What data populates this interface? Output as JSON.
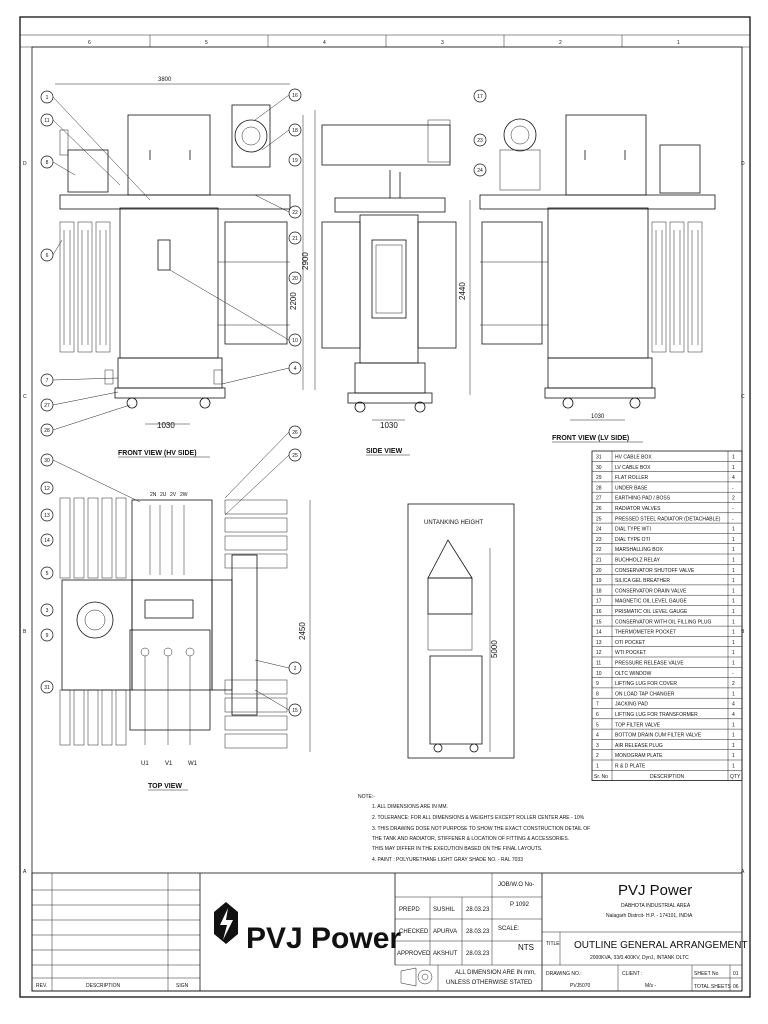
{
  "frame": {
    "cols": [
      "6",
      "5",
      "4",
      "3",
      "2",
      "1"
    ],
    "rows": [
      "D",
      "C",
      "B",
      "A"
    ]
  },
  "views": {
    "front_hv": {
      "title": "FRONT VIEW (HV SIDE)",
      "dim_width_top": "3800",
      "dim_width_base": "1030",
      "dim_height_1": "2200",
      "dim_height_2": "2900"
    },
    "side": {
      "title": "SIDE VIEW",
      "dim_width_base": "1030",
      "dim_height": "2440"
    },
    "front_lv": {
      "title": "FRONT VIEW (LV SIDE)",
      "dim_width_base": "1030"
    },
    "top": {
      "title": "TOP VIEW",
      "dim_depth": "2450",
      "terminals_top": [
        "2N",
        "2U",
        "2V",
        "2W"
      ],
      "terminals_bottom": [
        "U1",
        "V1",
        "W1"
      ]
    },
    "untanking": {
      "title": "UNTANKING HEIGHT",
      "dim_height": "5000"
    }
  },
  "callouts": [
    "1",
    "11",
    "8",
    "6",
    "16",
    "18",
    "19",
    "22",
    "21",
    "20",
    "10",
    "4",
    "7",
    "27",
    "28",
    "17",
    "23",
    "24",
    "26",
    "25",
    "30",
    "12",
    "13",
    "14",
    "5",
    "3",
    "9",
    "31",
    "2",
    "15"
  ],
  "notes": {
    "title": "NOTE:-",
    "lines": [
      "1. ALL DIMENSIONS ARE IN MM.",
      "2. TOLERANCE: FOR ALL DIMENSIONS & WEIGHTS EXCEPT ROLLER CENTER ARE - 10%",
      "3. THIS DRAWING DOSE NOT PURPOSE TO SHOW THE EXACT CONSTRUCTION DETAIL OF",
      "   THE TANK AND RADIATOR, STIFFENER & LOCATION OF FITTING & ACCESSORIES.",
      "   THIS MAY DIFFER IN THE EXECUTION BASED ON THE FINAL LAYOUTS.",
      "4. PAINT : POLYURETHANE LIGHT GRAY SHADE NO. - RAL 7033"
    ]
  },
  "bom": {
    "headers": {
      "sr": "Sr. No",
      "desc": "DESCRIPTION",
      "qty": "QTY"
    },
    "rows": [
      {
        "sr": "31",
        "desc": "HV CABLE BOX",
        "qty": "1"
      },
      {
        "sr": "30",
        "desc": "LV CABLE BOX",
        "qty": "1"
      },
      {
        "sr": "29",
        "desc": "FLAT ROLLER",
        "qty": "4"
      },
      {
        "sr": "28",
        "desc": "UNDER BASE",
        "qty": "-"
      },
      {
        "sr": "27",
        "desc": "EARTHING PAD / BOSS",
        "qty": "2"
      },
      {
        "sr": "26",
        "desc": "RADIATOR VALVES",
        "qty": "-"
      },
      {
        "sr": "25",
        "desc": "PRESSED STEEL RADIATOR (DETACHABLE)",
        "qty": "-"
      },
      {
        "sr": "24",
        "desc": "DIAL TYPE WTI",
        "qty": "1"
      },
      {
        "sr": "23",
        "desc": "DIAL TYPE OTI",
        "qty": "1"
      },
      {
        "sr": "22",
        "desc": "MARSHALLING BOX",
        "qty": "1"
      },
      {
        "sr": "21",
        "desc": "BUCHHOLZ RELAY",
        "qty": "1"
      },
      {
        "sr": "20",
        "desc": "CONSERVATOR SHUTOFF VALVE",
        "qty": "1"
      },
      {
        "sr": "19",
        "desc": "SILICA GEL BREATHER",
        "qty": "1"
      },
      {
        "sr": "18",
        "desc": "CONSERVATOR DRAIN VALVE",
        "qty": "1"
      },
      {
        "sr": "17",
        "desc": "MAGNETIC OIL LEVEL GAUGE",
        "qty": "1"
      },
      {
        "sr": "16",
        "desc": "PRISMATIC OIL LEVEL GAUGE",
        "qty": "1"
      },
      {
        "sr": "15",
        "desc": "CONSERVATOR WITH OIL FILLING PLUG",
        "qty": "1"
      },
      {
        "sr": "14",
        "desc": "THERMOMETER POCKET",
        "qty": "1"
      },
      {
        "sr": "13",
        "desc": "OTI POCKET",
        "qty": "1"
      },
      {
        "sr": "12",
        "desc": "WTI POCKET",
        "qty": "1"
      },
      {
        "sr": "11",
        "desc": "PRESSURE RELEASE VALVE",
        "qty": "1"
      },
      {
        "sr": "10",
        "desc": "OLTC WINDOW",
        "qty": "-"
      },
      {
        "sr": "9",
        "desc": "LIFTING LUG FOR COVER",
        "qty": "2"
      },
      {
        "sr": "8",
        "desc": "ON LOAD TAP CHANGER",
        "qty": "1"
      },
      {
        "sr": "7",
        "desc": "JACKING PAD",
        "qty": "4"
      },
      {
        "sr": "6",
        "desc": "LIFTING LUG FOR TRANSFORMER",
        "qty": "4"
      },
      {
        "sr": "5",
        "desc": "TOP FILTER VALVE",
        "qty": "1"
      },
      {
        "sr": "4",
        "desc": "BOTTOM DRAIN CUM FILTER VALVE",
        "qty": "1"
      },
      {
        "sr": "3",
        "desc": "AIR RELEASE PLUG",
        "qty": "1"
      },
      {
        "sr": "2",
        "desc": "MONOGRAM PLATE",
        "qty": "1"
      },
      {
        "sr": "1",
        "desc": "R & D PLATE",
        "qty": "1"
      }
    ]
  },
  "title_block": {
    "rev_label": "REV.",
    "desc_label": "DESCRIPTION",
    "sign_label": "SIGN",
    "logo_text": "PVJ Power",
    "job_label": "JOB/W.O No-",
    "job_value": "P 1092",
    "scale_label": "SCALE:",
    "scale_value": "NTS",
    "approvals": [
      {
        "role": "PREPD",
        "name": "SUSHIL",
        "date": "28.03.23"
      },
      {
        "role": "CHECKED",
        "name": "APURVA",
        "date": "28.03.23"
      },
      {
        "role": "APPROVED",
        "name": "AKSHUT",
        "date": "28.03.23"
      }
    ],
    "dim_note_1": "ALL DIMENSION ARE IN mm,",
    "dim_note_2": "UNLESS OTHERWISE STATED",
    "company": "PVJ Power",
    "address_1": "DABHOTA INDUSTRIAL AREA",
    "address_2": "Nalagarh Distrcit- H.P. - 174101, INDIA",
    "title_label": "TITLE",
    "title": "OUTLINE GENERAL ARRANGEMENT",
    "subtitle": "2000KVA, 33/0.400KV, Dyn1, INTANK OLTC",
    "drawing_label": "DRAWING NO.:",
    "drawing_value": "PVJ5070",
    "client_label": "CLIENT :",
    "client_value": "M/s -",
    "sheet_no_label": "SHEET No",
    "sheet_no": "01",
    "total_sheets_label": "TOTAL SHEETS",
    "total_sheets": "06"
  }
}
